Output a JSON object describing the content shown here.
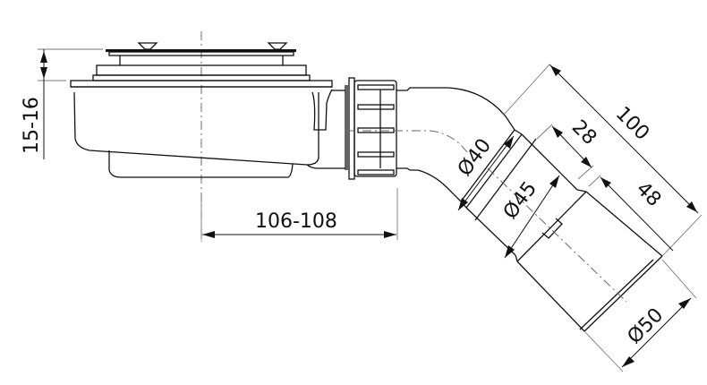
{
  "drawing": {
    "subject": "shower tray drain with 45° elbow outlet",
    "line_color": "#111111",
    "background": "#ffffff"
  },
  "dimensions": {
    "height_range": "15-16",
    "horizontal_offset": "106-108",
    "elbow_inner_diameter": "Ø40",
    "elbow_mid_diameter": "Ø45",
    "outlet_diameter": "Ø50",
    "overall_length": "100",
    "segment_short": "28",
    "segment_long": "48"
  }
}
